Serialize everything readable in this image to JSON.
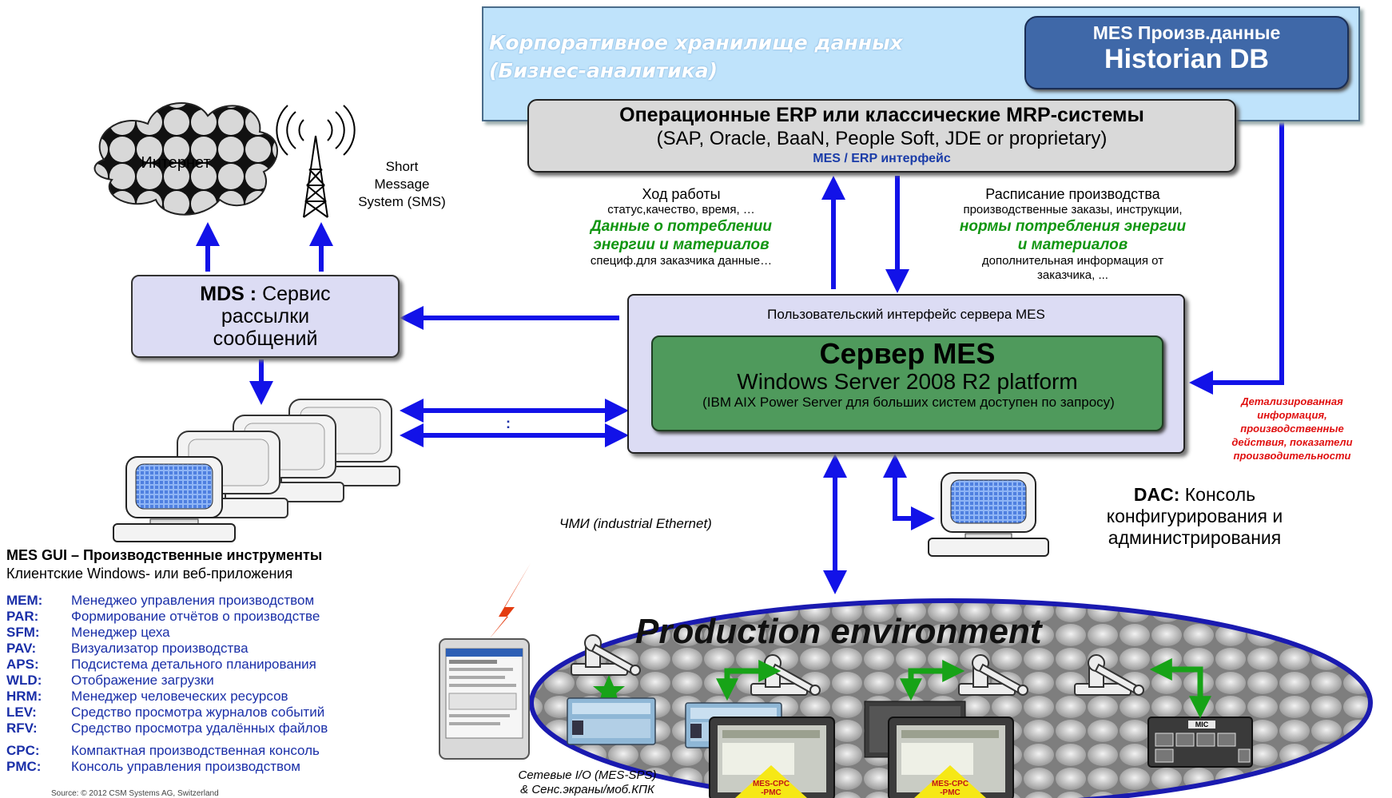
{
  "warehouse": {
    "title_line1": "Корпоративное хранилище данных",
    "title_line2": "(Бизнес-аналитика)",
    "historian_sub": "MES Произв.данные",
    "historian_main": "Historian DB"
  },
  "erp": {
    "title": "Операционные ERP или классические MRP-системы",
    "subtitle": "(SAP, Oracle, BaaN, People Soft, JDE or proprietary)",
    "interface": "MES / ERP интерфейс"
  },
  "internet": {
    "label": "Интернет"
  },
  "sms": {
    "line1": "Short",
    "line2": "Message",
    "line3": "System (SMS)"
  },
  "mds": {
    "prefix": "MDS :",
    "line1": " Сервис",
    "line2": "рассылки",
    "line3": "сообщений"
  },
  "progress": {
    "title": "Ход работы",
    "line1": "статус,качество, время, …",
    "green1": "Данные о потреблении",
    "green2": "энергии и материалов",
    "line2": "специф.для заказчика данные…"
  },
  "schedule": {
    "title": "Расписание производства",
    "line1": "производственные заказы, инструкции,",
    "green1": "нормы потребления энергии",
    "green2": "и материалов",
    "line2": "дополнительная информация от",
    "line3": "заказчика, ..."
  },
  "mes_server": {
    "ui_title": "Пользовательский интерфейс сервера MES",
    "title": "Сервер MES",
    "platform": "Windows Server 2008 R2 platform",
    "ibm": "(IBM AIX Power Server для больших систем доступен по запросу)"
  },
  "detail": {
    "line1": "Детализированная",
    "line2": "информация,",
    "line3": "производственные",
    "line4": "действия, показатели",
    "line5": "производительности"
  },
  "clients_colon": ":",
  "dac": {
    "prefix": "DAC:",
    "line1": " Консоль",
    "line2": "конфигурирования и",
    "line3": "администрирования"
  },
  "hmi": "ЧМИ (industrial Ethernet)",
  "legend": {
    "title": "MES GUI – Производственные инструменты",
    "subtitle": "Клиентские Windows- или веб-приложения",
    "items": [
      {
        "code": "MEM:",
        "text": "Менеджео управления производством"
      },
      {
        "code": "PAR:",
        "text": "Формирование отчётов о производстве"
      },
      {
        "code": "SFM:",
        "text": "Менеджер цеха"
      },
      {
        "code": "PAV:",
        "text": "Визуализатор производства"
      },
      {
        "code": "APS:",
        "text": "Подсистема детального планирования"
      },
      {
        "code": "WLD:",
        "text": "Отображение загрузки"
      },
      {
        "code": "HRM:",
        "text": "Менеджер человеческих ресурсов"
      },
      {
        "code": "LEV:",
        "text": "Средство просмотра журналов событий"
      },
      {
        "code": "RFV:",
        "text": "Средство просмотра удалённых файлов"
      },
      {
        "code": "CPC:",
        "text": "Компактная производственная консоль"
      },
      {
        "code": "PMC:",
        "text": "Консоль управления производством"
      }
    ]
  },
  "source": "Source: © 2012 CSM Systems AG, Switzerland",
  "production": {
    "title": "Production environment",
    "network_line1": "Сетевые I/O (MES-SPS)",
    "network_line2": "& Сенс.экраны/моб.КПК",
    "badge_line1": "MES-CPC",
    "badge_line2": "-PMC",
    "mic_label": "MIC"
  },
  "colors": {
    "arrow_blue": "#1212e8",
    "arrow_green": "#17a317",
    "warehouse_bg": "#bfe3fb",
    "historian_bg": "#3f68a8",
    "erp_bg": "#d9d9d9",
    "mds_bg": "#dcdcf4",
    "mes_green": "#4f9a5c",
    "lightning": "#e43c10",
    "badge_yellow": "#f6e816"
  }
}
